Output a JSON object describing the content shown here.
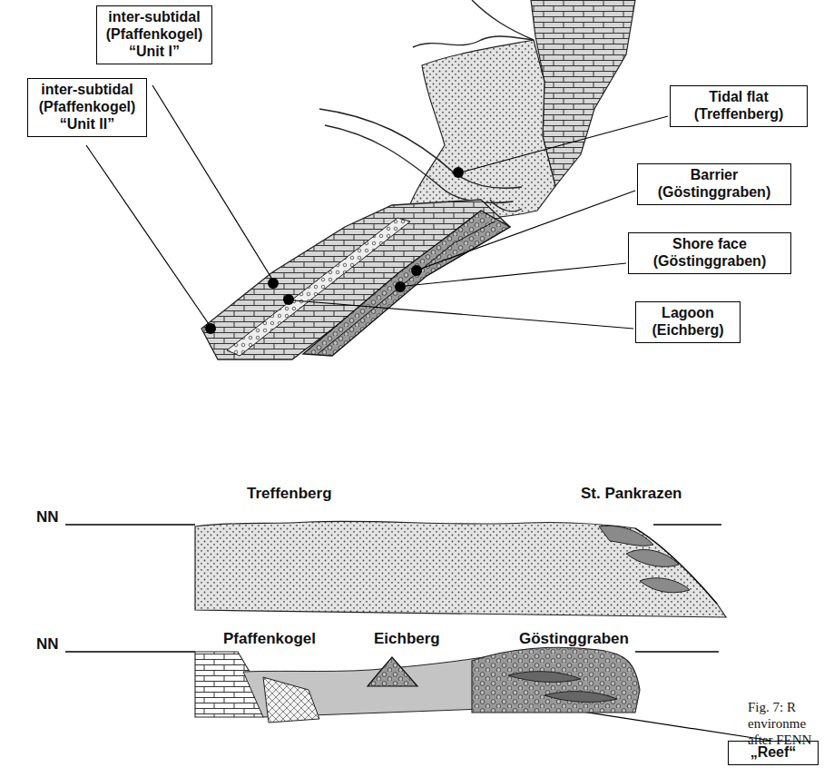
{
  "diagram": {
    "caption": "Fig. 7: R environme after FENN",
    "nodes": [
      {
        "text": [
          "inter-subtidal (Pfaffenkogel) “Unit II”"
        ]
      },
      {
        "text": [
          "inter-subtidal (Pfaffenkogel) “Unit I”"
        ]
      },
      {
        "text": [
          "Tidal flat (Treffenberg)"
        ]
      },
      {
        "text": [
          "Barrier (Göstinggraben)"
        ]
      },
      {
        "text": [
          "Shore face (Göstinggraben)"
        ]
      },
      {
        "text": [
          "Lagoon (Eichberg)"
        ]
      },
      {
        "text": [
          "„Reef“"
        ]
      }
    ],
    "labels": [
      "NN",
      "Treffenberg",
      "St. Pankrazen",
      "NN",
      "Pfaffenkogel",
      "Eichberg",
      "Göstinggraben"
    ]
  }
}
